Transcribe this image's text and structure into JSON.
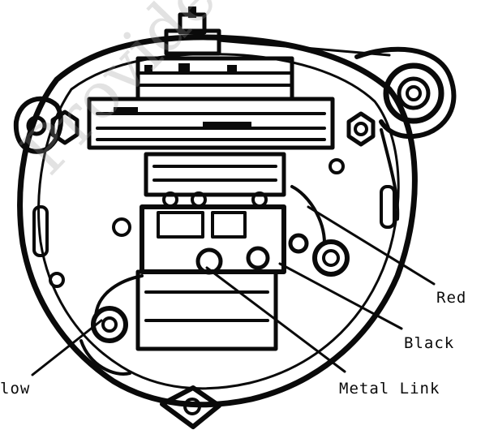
{
  "labels": {
    "red": "Red",
    "black": "Black",
    "metal_link": "Metal Link",
    "yellow_partial": "low"
  },
  "watermark": {
    "text": "Provided Courtesy of http://w"
  },
  "colors": {
    "ink": "#0a0a0a",
    "background": "#ffffff",
    "watermark": "#969696"
  }
}
